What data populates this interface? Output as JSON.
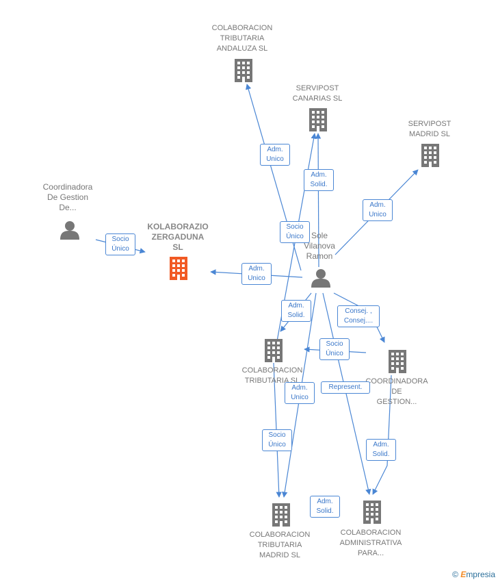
{
  "colors": {
    "edge": "#4a86d4",
    "company": "#777777",
    "focus_company": "#f15a24",
    "person": "#777777"
  },
  "nodes": {
    "andaluza": {
      "label": "COLABORACION\nTRIBUTARIA\nANDALUZA  SL",
      "type": "company"
    },
    "canarias": {
      "label": "SERVIPOST\nCANARIAS  SL",
      "type": "company"
    },
    "servipost_madrid": {
      "label": "SERVIPOST\nMADRID  SL",
      "type": "company"
    },
    "coordinadora_person": {
      "label": "Coordinadora\nDe Gestion\nDe...",
      "type": "person"
    },
    "kolaborazio": {
      "label": "KOLABORAZIO\nZERGADUNA\nSL",
      "type": "focus-company"
    },
    "sole": {
      "label": "Sole\nVilanova\nRamon",
      "type": "person"
    },
    "tributaria_sl": {
      "label": "COLABORACION\nTRIBUTARIA SL",
      "type": "company"
    },
    "coordinadora_gestion": {
      "label": "COORDINADORA\nDE\nGESTION...",
      "type": "company"
    },
    "tributaria_madrid": {
      "label": "COLABORACION\nTRIBUTARIA\nMADRID  SL",
      "type": "company"
    },
    "administrativa": {
      "label": "COLABORACION\nADMINISTRATIVA\nPARA...",
      "type": "company"
    }
  },
  "edge_labels": {
    "adm_unico_andaluza": "Adm.\nUnico",
    "adm_solid_canarias": "Adm.\nSolid.",
    "adm_unico_servipost_madrid": "Adm.\nUnico",
    "socio_unico_kolaborazio": "Socio\nÚnico",
    "socio_unico_canarias": "Socio\nÚnico",
    "adm_unico_kolaborazio": "Adm.\nUnico",
    "adm_solid_tributaria": "Adm.\nSolid.",
    "consej_coordinadora": "Consej. ,\nConsej....",
    "socio_unico_tributaria": "Socio\nÚnico",
    "adm_unico_madrid": "Adm.\nUnico",
    "represent_administrativa": "Represent.",
    "socio_unico_madrid": "Socio\nÚnico",
    "adm_solid_administrativa_a": "Adm.\nSolid.",
    "adm_solid_administrativa_b": "Adm.\nSolid."
  },
  "brand": {
    "copyright": "©",
    "name_first": "E",
    "name_rest": "mpresia"
  }
}
